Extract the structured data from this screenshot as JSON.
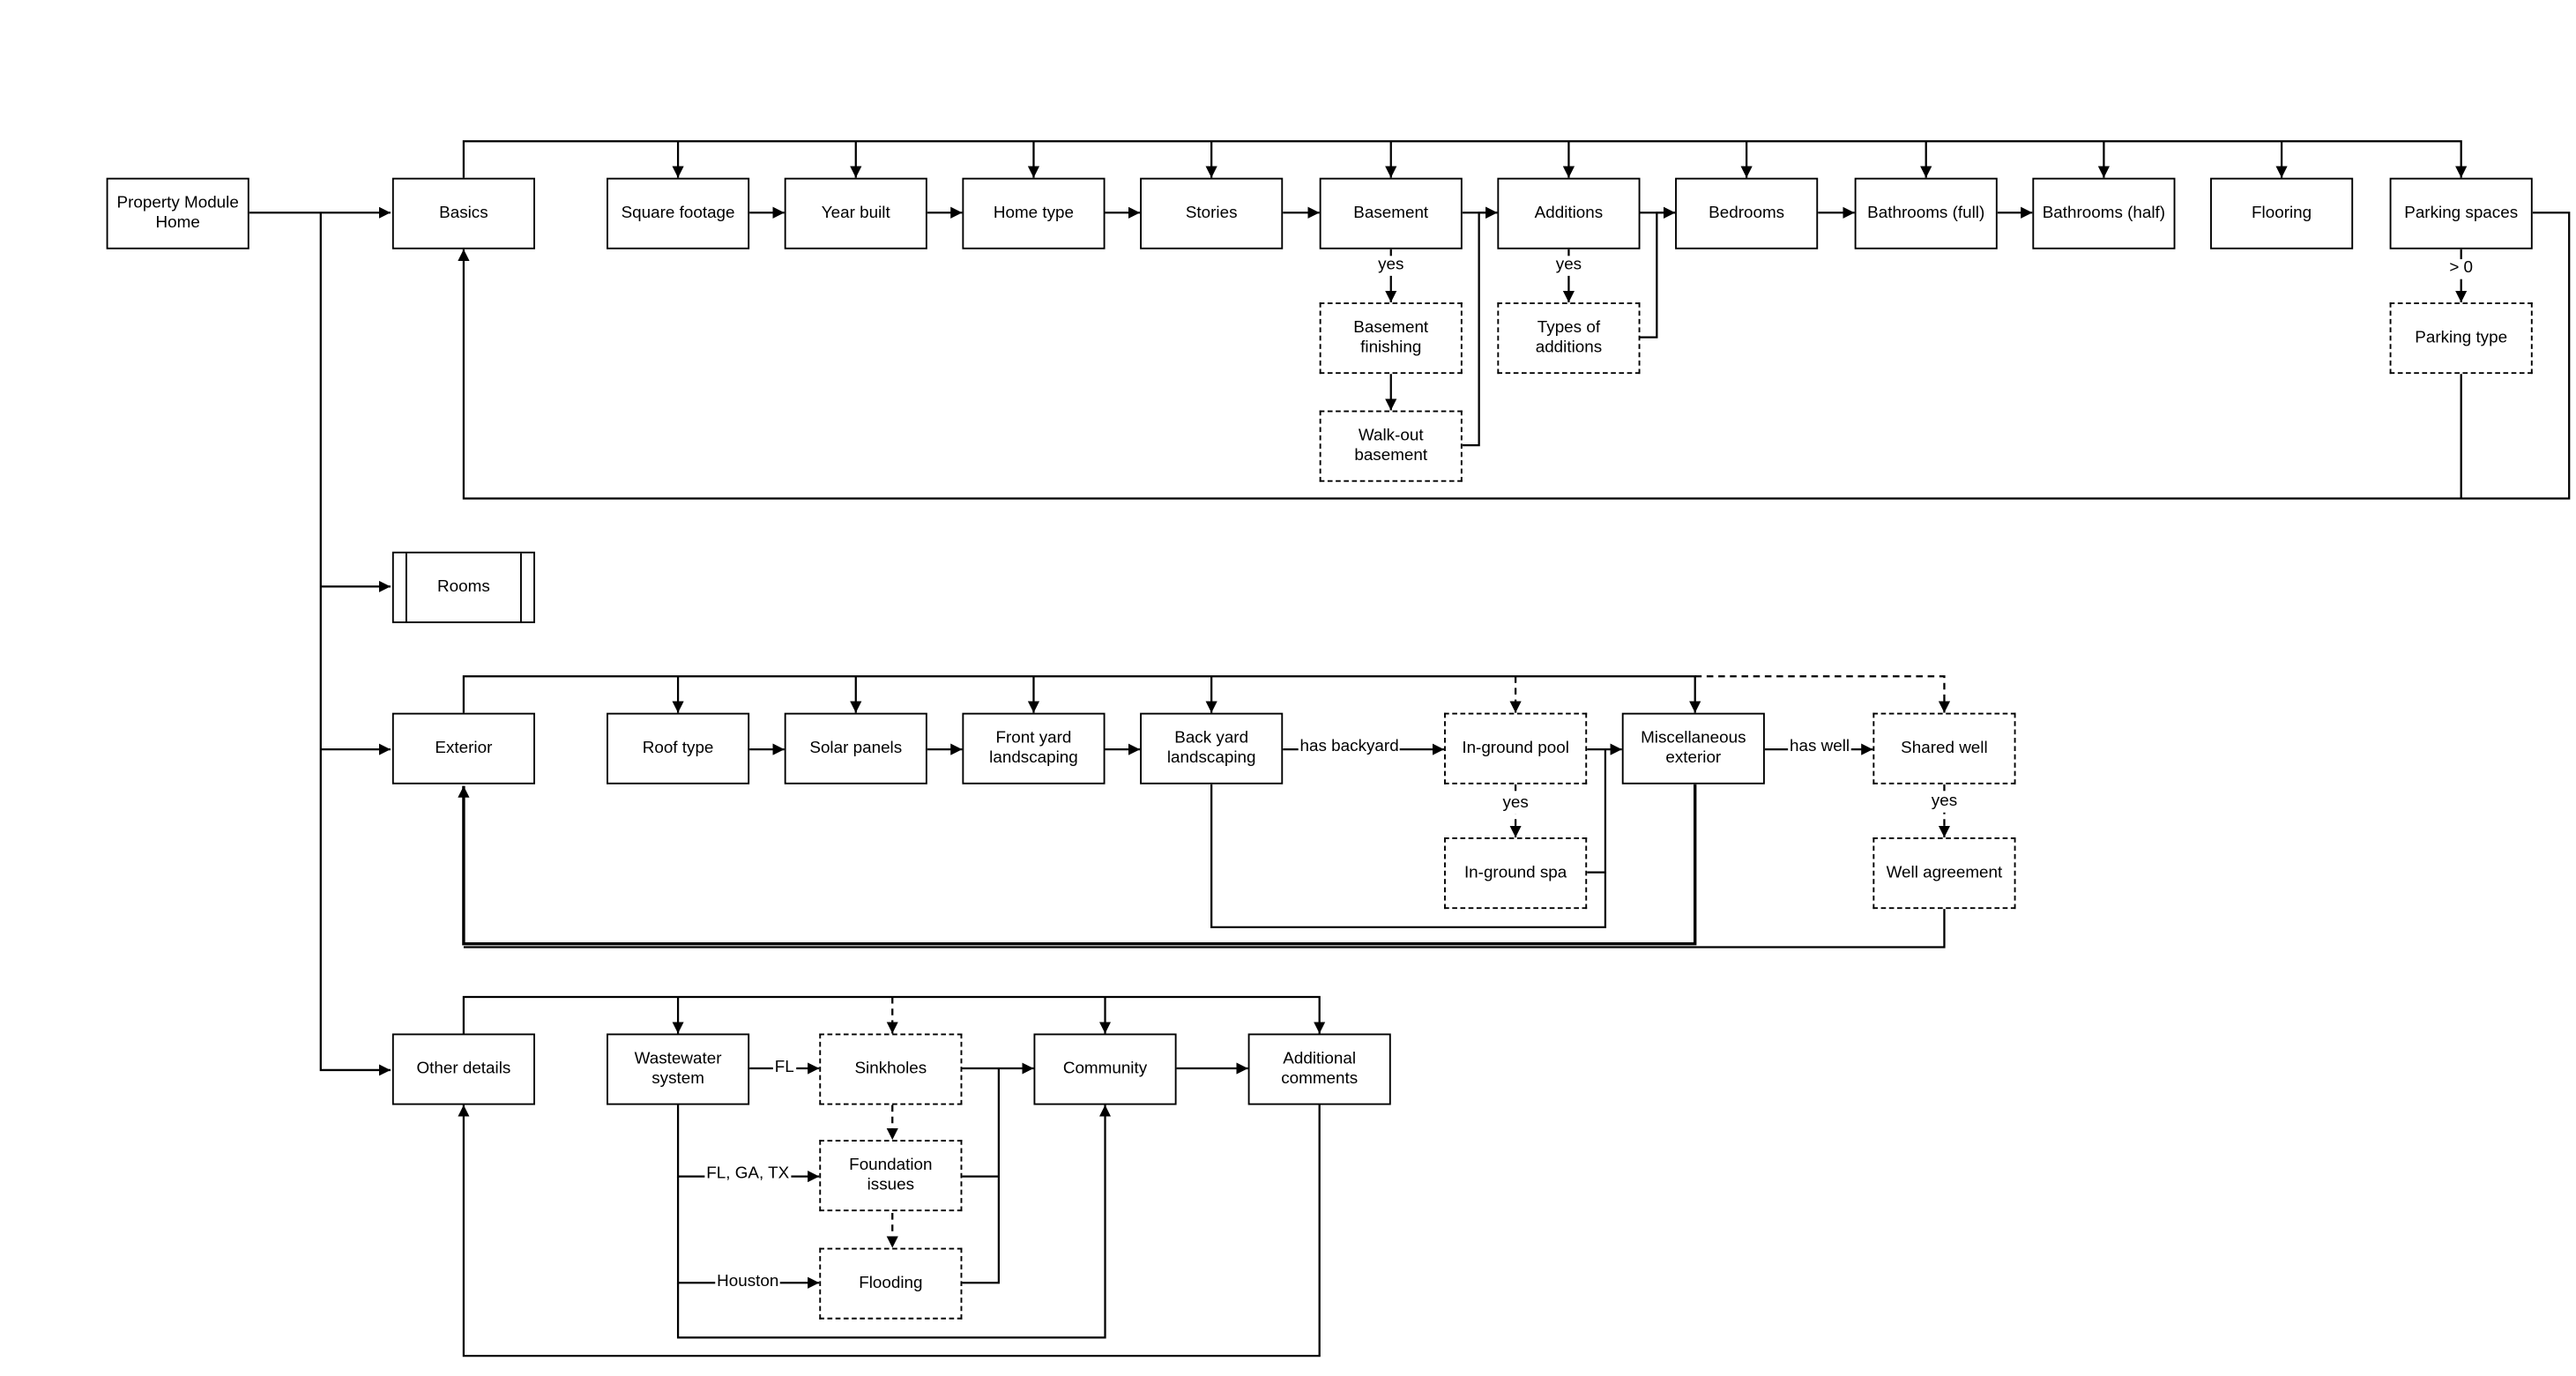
{
  "nodes": {
    "home": "Property Module Home",
    "basics": "Basics",
    "square_footage": "Square footage",
    "year_built": "Year built",
    "home_type": "Home type",
    "stories": "Stories",
    "basement": "Basement",
    "additions": "Additions",
    "bedrooms": "Bedrooms",
    "bathrooms_full": "Bathrooms (full)",
    "bathrooms_half": "Bathrooms (half)",
    "flooring": "Flooring",
    "parking_spaces": "Parking spaces",
    "basement_finishing": "Basement finishing",
    "walkout_basement": "Walk-out basement",
    "types_of_additions": "Types of additions",
    "parking_type": "Parking type",
    "rooms": "Rooms",
    "exterior": "Exterior",
    "roof_type": "Roof type",
    "solar_panels": "Solar panels",
    "front_yard": "Front yard landscaping",
    "back_yard": "Back yard landscaping",
    "inground_pool": "In-ground pool",
    "inground_spa": "In-ground spa",
    "misc_exterior": "Miscellaneous exterior",
    "shared_well": "Shared well",
    "well_agreement": "Well agreement",
    "other_details": "Other details",
    "wastewater": "Wastewater system",
    "sinkholes": "Sinkholes",
    "foundation": "Foundation issues",
    "flooding": "Flooding",
    "community": "Community",
    "additional_comments": "Additional comments"
  },
  "edge_labels": {
    "basement_yes": "yes",
    "additions_yes": "yes",
    "parking_gt0": "> 0",
    "has_backyard": "has backyard",
    "pool_yes": "yes",
    "has_well": "has well",
    "well_yes": "yes",
    "fl": "FL",
    "fl_ga_tx": "FL, GA, TX",
    "houston": "Houston"
  }
}
